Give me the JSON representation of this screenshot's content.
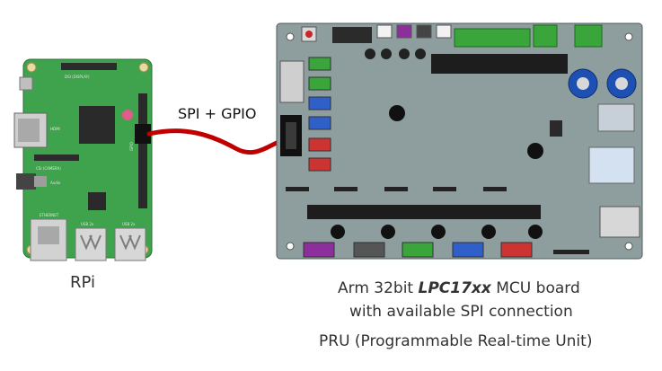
{
  "captions": {
    "rpi": "RPi",
    "link": "SPI + GPIO",
    "mcu_prefix": "Arm 32bit ",
    "mcu_part": "LPC17xx",
    "mcu_suffix": " MCU board",
    "mcu_line2": "with available SPI connection",
    "pru": "PRU (Programmable Real-time Unit)"
  },
  "rpi_board_labels": {
    "dsi": "DSI (DISPLAY)",
    "csi": "CSI (CAMERA)",
    "ethernet": "ETHERNET",
    "usb_left": "USB 2x",
    "usb_right": "USB 2x",
    "hdmi": "HDMI",
    "audio": "Audio",
    "gpio": "GPIO"
  },
  "colors": {
    "rpi_pcb": "#3fa34d",
    "mcu_pcb": "#8e9e9e",
    "cable": "#c00000",
    "text": "#333333"
  }
}
